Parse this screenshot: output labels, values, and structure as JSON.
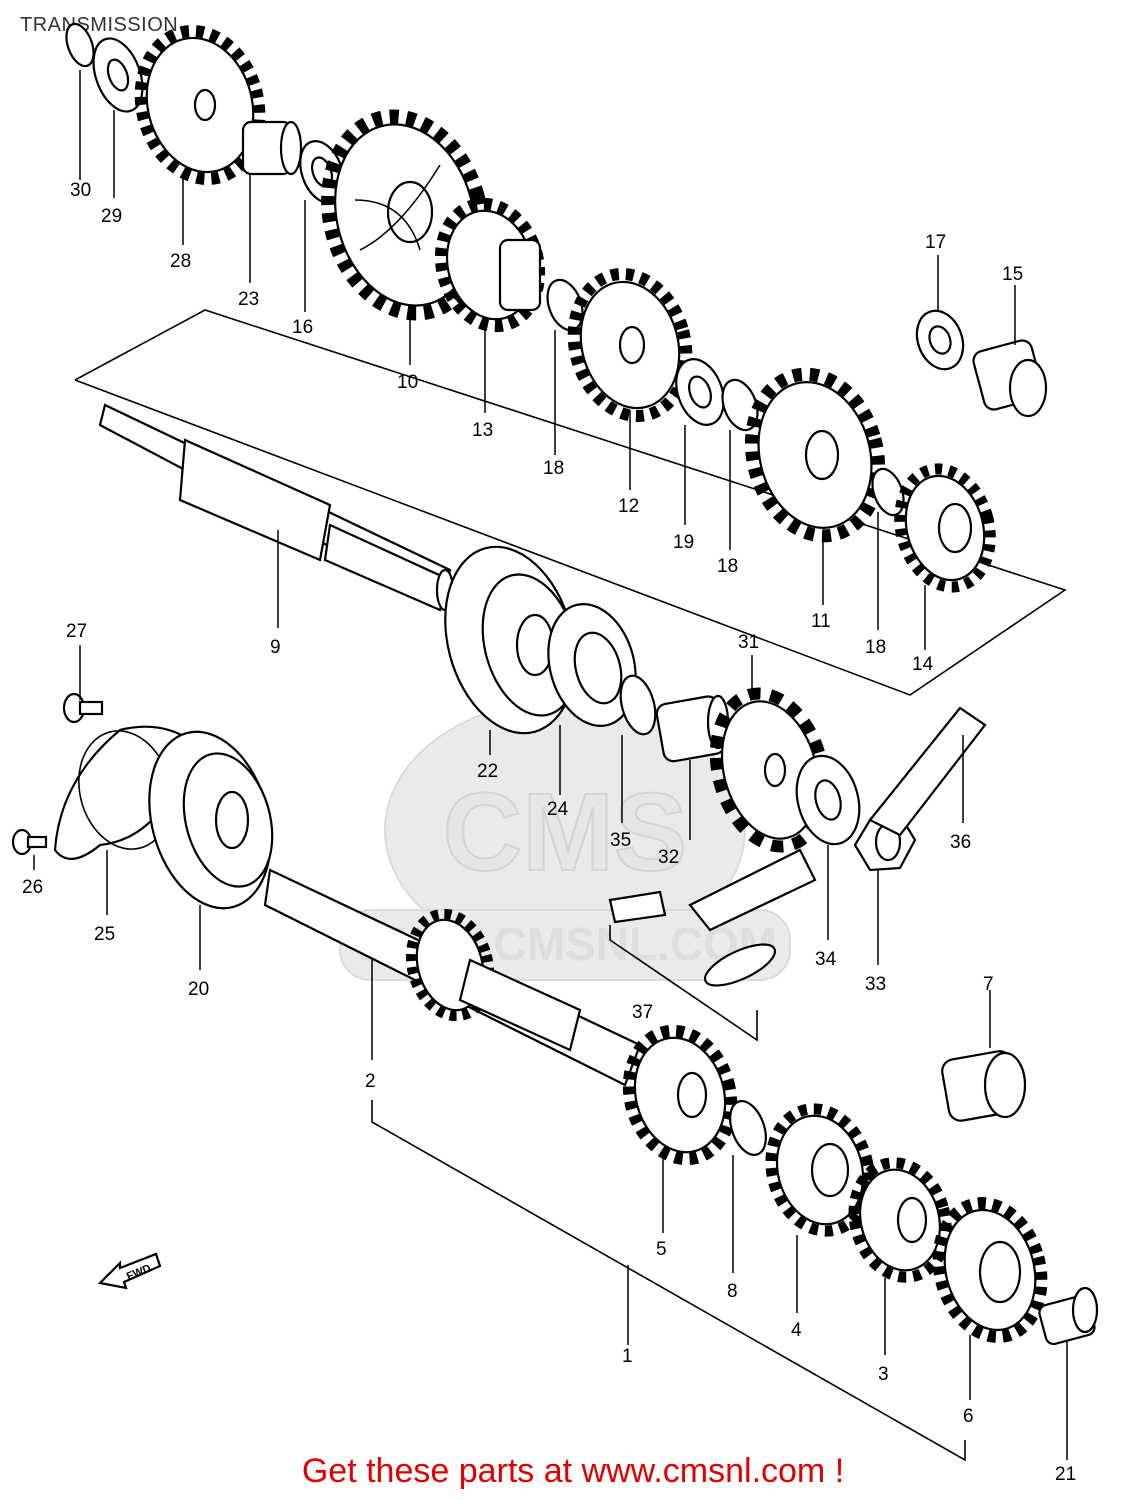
{
  "title": "TRANSMISSION",
  "footer": "Get these parts at www.cmsnl.com !",
  "watermark": {
    "text_top": "CMS",
    "text_url": "WWW.CMSNL.COM"
  },
  "fwd_arrow_label": "FWD",
  "callouts": {
    "p1": "1",
    "p2": "2",
    "p3": "3",
    "p4": "4",
    "p5": "5",
    "p6": "6",
    "p7": "7",
    "p8": "8",
    "p9": "9",
    "p10": "10",
    "p11": "11",
    "p12": "12",
    "p13": "13",
    "p14": "14",
    "p15": "15",
    "p16": "16",
    "p17": "17",
    "p18a": "18",
    "p18b": "18",
    "p18c": "18",
    "p19": "19",
    "p20": "20",
    "p21": "21",
    "p22": "22",
    "p23": "23",
    "p24": "24",
    "p25": "25",
    "p26": "26",
    "p27": "27",
    "p28": "28",
    "p29": "29",
    "p30": "30",
    "p31": "31",
    "p32": "32",
    "p33": "33",
    "p34": "34",
    "p35": "35",
    "p36": "36",
    "p37": "37"
  }
}
